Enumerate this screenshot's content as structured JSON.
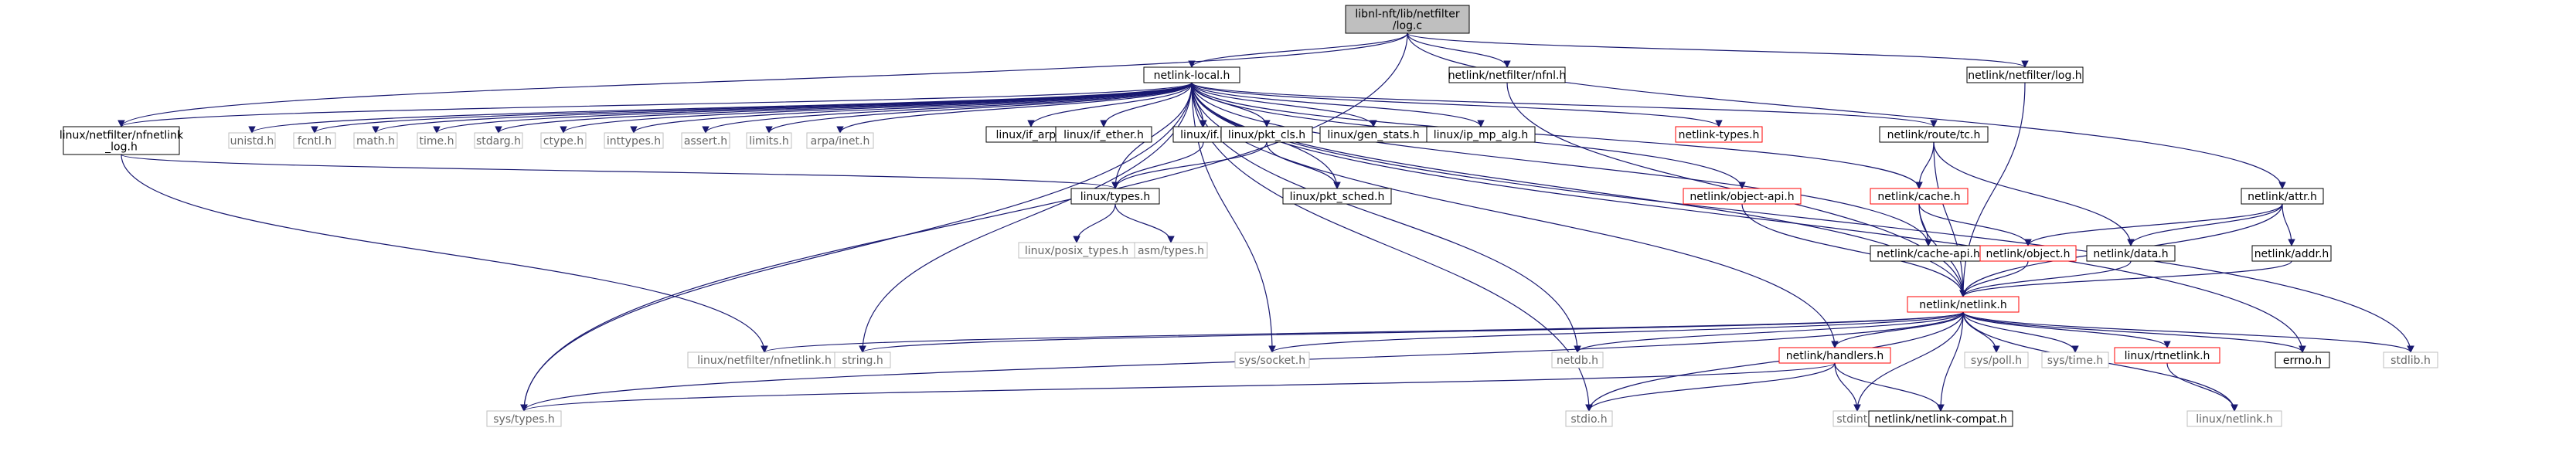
{
  "graph": {
    "colors": {
      "edge": "#191970",
      "edge_include_missing": "#c0c0c0",
      "root_fill": "#bfbfbf",
      "border_documented": "#000000",
      "border_missing": "#bfbfbf",
      "border_partial": "#ff0000",
      "text": "#000000",
      "text_missing": "#666666"
    },
    "nodes": [
      {
        "id": "root",
        "label": "libnl-nft/lib/netfilter\n/log.c",
        "style": "root"
      },
      {
        "id": "netlink_local",
        "label": "netlink-local.h",
        "style": "doc"
      },
      {
        "id": "nfnl",
        "label": "netlink/netfilter/nfnl.h",
        "style": "doc"
      },
      {
        "id": "nf_log",
        "label": "netlink/netfilter/log.h",
        "style": "doc"
      },
      {
        "id": "linux_nfnetlink_log",
        "label": "linux/netfilter/nfnetlink\n_log.h",
        "style": "doc"
      },
      {
        "id": "unistd",
        "label": "unistd.h",
        "style": "missing"
      },
      {
        "id": "fcntl",
        "label": "fcntl.h",
        "style": "missing"
      },
      {
        "id": "math",
        "label": "math.h",
        "style": "missing"
      },
      {
        "id": "time",
        "label": "time.h",
        "style": "missing"
      },
      {
        "id": "stdarg",
        "label": "stdarg.h",
        "style": "missing"
      },
      {
        "id": "ctype",
        "label": "ctype.h",
        "style": "missing"
      },
      {
        "id": "inttypes",
        "label": "inttypes.h",
        "style": "missing"
      },
      {
        "id": "assert",
        "label": "assert.h",
        "style": "missing"
      },
      {
        "id": "limits",
        "label": "limits.h",
        "style": "missing"
      },
      {
        "id": "arpa_inet",
        "label": "arpa/inet.h",
        "style": "missing"
      },
      {
        "id": "if_arp",
        "label": "linux/if_arp.h",
        "style": "doc"
      },
      {
        "id": "if_ether",
        "label": "linux/if_ether.h",
        "style": "doc"
      },
      {
        "id": "linux_if",
        "label": "linux/if.h",
        "style": "doc"
      },
      {
        "id": "pkt_cls",
        "label": "linux/pkt_cls.h",
        "style": "doc"
      },
      {
        "id": "gen_stats",
        "label": "linux/gen_stats.h",
        "style": "doc"
      },
      {
        "id": "ip_mp_alg",
        "label": "linux/ip_mp_alg.h",
        "style": "doc"
      },
      {
        "id": "nl_types",
        "label": "netlink-types.h",
        "style": "partial"
      },
      {
        "id": "route_tc",
        "label": "netlink/route/tc.h",
        "style": "doc"
      },
      {
        "id": "nl_attr",
        "label": "netlink/attr.h",
        "style": "doc"
      },
      {
        "id": "object_api",
        "label": "netlink/object-api.h",
        "style": "partial"
      },
      {
        "id": "nl_cache",
        "label": "netlink/cache.h",
        "style": "partial"
      },
      {
        "id": "linux_types",
        "label": "linux/types.h",
        "style": "doc"
      },
      {
        "id": "pkt_sched",
        "label": "linux/pkt_sched.h",
        "style": "doc"
      },
      {
        "id": "posix_types",
        "label": "linux/posix_types.h",
        "style": "missing"
      },
      {
        "id": "asm_types",
        "label": "asm/types.h",
        "style": "missing"
      },
      {
        "id": "cache_api",
        "label": "netlink/cache-api.h",
        "style": "doc"
      },
      {
        "id": "nl_object",
        "label": "netlink/object.h",
        "style": "partial"
      },
      {
        "id": "nl_data",
        "label": "netlink/data.h",
        "style": "doc"
      },
      {
        "id": "nl_addr",
        "label": "netlink/addr.h",
        "style": "doc"
      },
      {
        "id": "netlink_h",
        "label": "netlink/netlink.h",
        "style": "partial"
      },
      {
        "id": "linux_nfnetlink",
        "label": "linux/netfilter/nfnetlink.h",
        "style": "missing"
      },
      {
        "id": "string",
        "label": "string.h",
        "style": "missing"
      },
      {
        "id": "sys_socket",
        "label": "sys/socket.h",
        "style": "missing"
      },
      {
        "id": "netdb",
        "label": "netdb.h",
        "style": "missing"
      },
      {
        "id": "handlers",
        "label": "netlink/handlers.h",
        "style": "partial"
      },
      {
        "id": "sys_poll",
        "label": "sys/poll.h",
        "style": "missing"
      },
      {
        "id": "sys_time",
        "label": "sys/time.h",
        "style": "missing"
      },
      {
        "id": "rtnetlink",
        "label": "linux/rtnetlink.h",
        "style": "partial"
      },
      {
        "id": "errno",
        "label": "errno.h",
        "style": "doc"
      },
      {
        "id": "stdlib",
        "label": "stdlib.h",
        "style": "missing"
      },
      {
        "id": "sys_types",
        "label": "sys/types.h",
        "style": "missing"
      },
      {
        "id": "stdio",
        "label": "stdio.h",
        "style": "missing"
      },
      {
        "id": "stdint",
        "label": "stdint.h",
        "style": "missing"
      },
      {
        "id": "nl_compat",
        "label": "netlink/netlink-compat.h",
        "style": "doc"
      },
      {
        "id": "linux_netlink",
        "label": "linux/netlink.h",
        "style": "missing"
      }
    ],
    "edges": [
      [
        "root",
        "netlink_local"
      ],
      [
        "root",
        "nfnl"
      ],
      [
        "root",
        "nf_log"
      ],
      [
        "root",
        "linux_nfnetlink_log"
      ],
      [
        "root",
        "sys_types"
      ],
      [
        "root",
        "nl_attr"
      ],
      [
        "netlink_local",
        "linux_nfnetlink_log"
      ],
      [
        "netlink_local",
        "unistd"
      ],
      [
        "netlink_local",
        "fcntl"
      ],
      [
        "netlink_local",
        "math"
      ],
      [
        "netlink_local",
        "time"
      ],
      [
        "netlink_local",
        "stdarg"
      ],
      [
        "netlink_local",
        "ctype"
      ],
      [
        "netlink_local",
        "inttypes"
      ],
      [
        "netlink_local",
        "assert"
      ],
      [
        "netlink_local",
        "limits"
      ],
      [
        "netlink_local",
        "arpa_inet"
      ],
      [
        "netlink_local",
        "if_arp"
      ],
      [
        "netlink_local",
        "if_ether"
      ],
      [
        "netlink_local",
        "linux_if"
      ],
      [
        "netlink_local",
        "pkt_cls"
      ],
      [
        "netlink_local",
        "gen_stats"
      ],
      [
        "netlink_local",
        "ip_mp_alg"
      ],
      [
        "netlink_local",
        "nl_types"
      ],
      [
        "netlink_local",
        "route_tc"
      ],
      [
        "netlink_local",
        "object_api"
      ],
      [
        "netlink_local",
        "nl_cache"
      ],
      [
        "netlink_local",
        "linux_types"
      ],
      [
        "netlink_local",
        "pkt_sched"
      ],
      [
        "netlink_local",
        "cache_api"
      ],
      [
        "netlink_local",
        "netlink_h"
      ],
      [
        "netlink_local",
        "string"
      ],
      [
        "netlink_local",
        "sys_socket"
      ],
      [
        "netlink_local",
        "netdb"
      ],
      [
        "netlink_local",
        "handlers"
      ],
      [
        "netlink_local",
        "errno"
      ],
      [
        "netlink_local",
        "stdlib"
      ],
      [
        "netlink_local",
        "sys_types"
      ],
      [
        "netlink_local",
        "stdio"
      ],
      [
        "nfnl",
        "netlink_h"
      ],
      [
        "nf_log",
        "netlink_h"
      ],
      [
        "linux_nfnetlink_log",
        "linux_types"
      ],
      [
        "linux_nfnetlink_log",
        "linux_nfnetlink"
      ],
      [
        "linux_if",
        "linux_types"
      ],
      [
        "pkt_cls",
        "linux_types"
      ],
      [
        "pkt_cls",
        "pkt_sched"
      ],
      [
        "linux_types",
        "posix_types"
      ],
      [
        "linux_types",
        "asm_types"
      ],
      [
        "route_tc",
        "nl_cache"
      ],
      [
        "route_tc",
        "nl_data"
      ],
      [
        "route_tc",
        "netlink_h"
      ],
      [
        "nl_attr",
        "nl_object"
      ],
      [
        "nl_attr",
        "nl_data"
      ],
      [
        "nl_attr",
        "nl_addr"
      ],
      [
        "nl_attr",
        "netlink_h"
      ],
      [
        "object_api",
        "netlink_h"
      ],
      [
        "nl_cache",
        "cache_api"
      ],
      [
        "nl_cache",
        "nl_object"
      ],
      [
        "nl_cache",
        "netlink_h"
      ],
      [
        "nl_object",
        "netlink_h"
      ],
      [
        "nl_data",
        "netlink_h"
      ],
      [
        "nl_addr",
        "netlink_h"
      ],
      [
        "netlink_h",
        "linux_nfnetlink"
      ],
      [
        "netlink_h",
        "string"
      ],
      [
        "netlink_h",
        "sys_socket"
      ],
      [
        "netlink_h",
        "netdb"
      ],
      [
        "netlink_h",
        "handlers"
      ],
      [
        "netlink_h",
        "sys_poll"
      ],
      [
        "netlink_h",
        "sys_time"
      ],
      [
        "netlink_h",
        "rtnetlink"
      ],
      [
        "netlink_h",
        "errno"
      ],
      [
        "netlink_h",
        "stdlib"
      ],
      [
        "netlink_h",
        "sys_types"
      ],
      [
        "netlink_h",
        "stdio"
      ],
      [
        "netlink_h",
        "stdint"
      ],
      [
        "netlink_h",
        "nl_compat"
      ],
      [
        "netlink_h",
        "linux_netlink"
      ],
      [
        "handlers",
        "sys_types"
      ],
      [
        "handlers",
        "stdio"
      ],
      [
        "handlers",
        "stdint"
      ],
      [
        "handlers",
        "nl_compat"
      ],
      [
        "rtnetlink",
        "linux_netlink"
      ]
    ]
  }
}
